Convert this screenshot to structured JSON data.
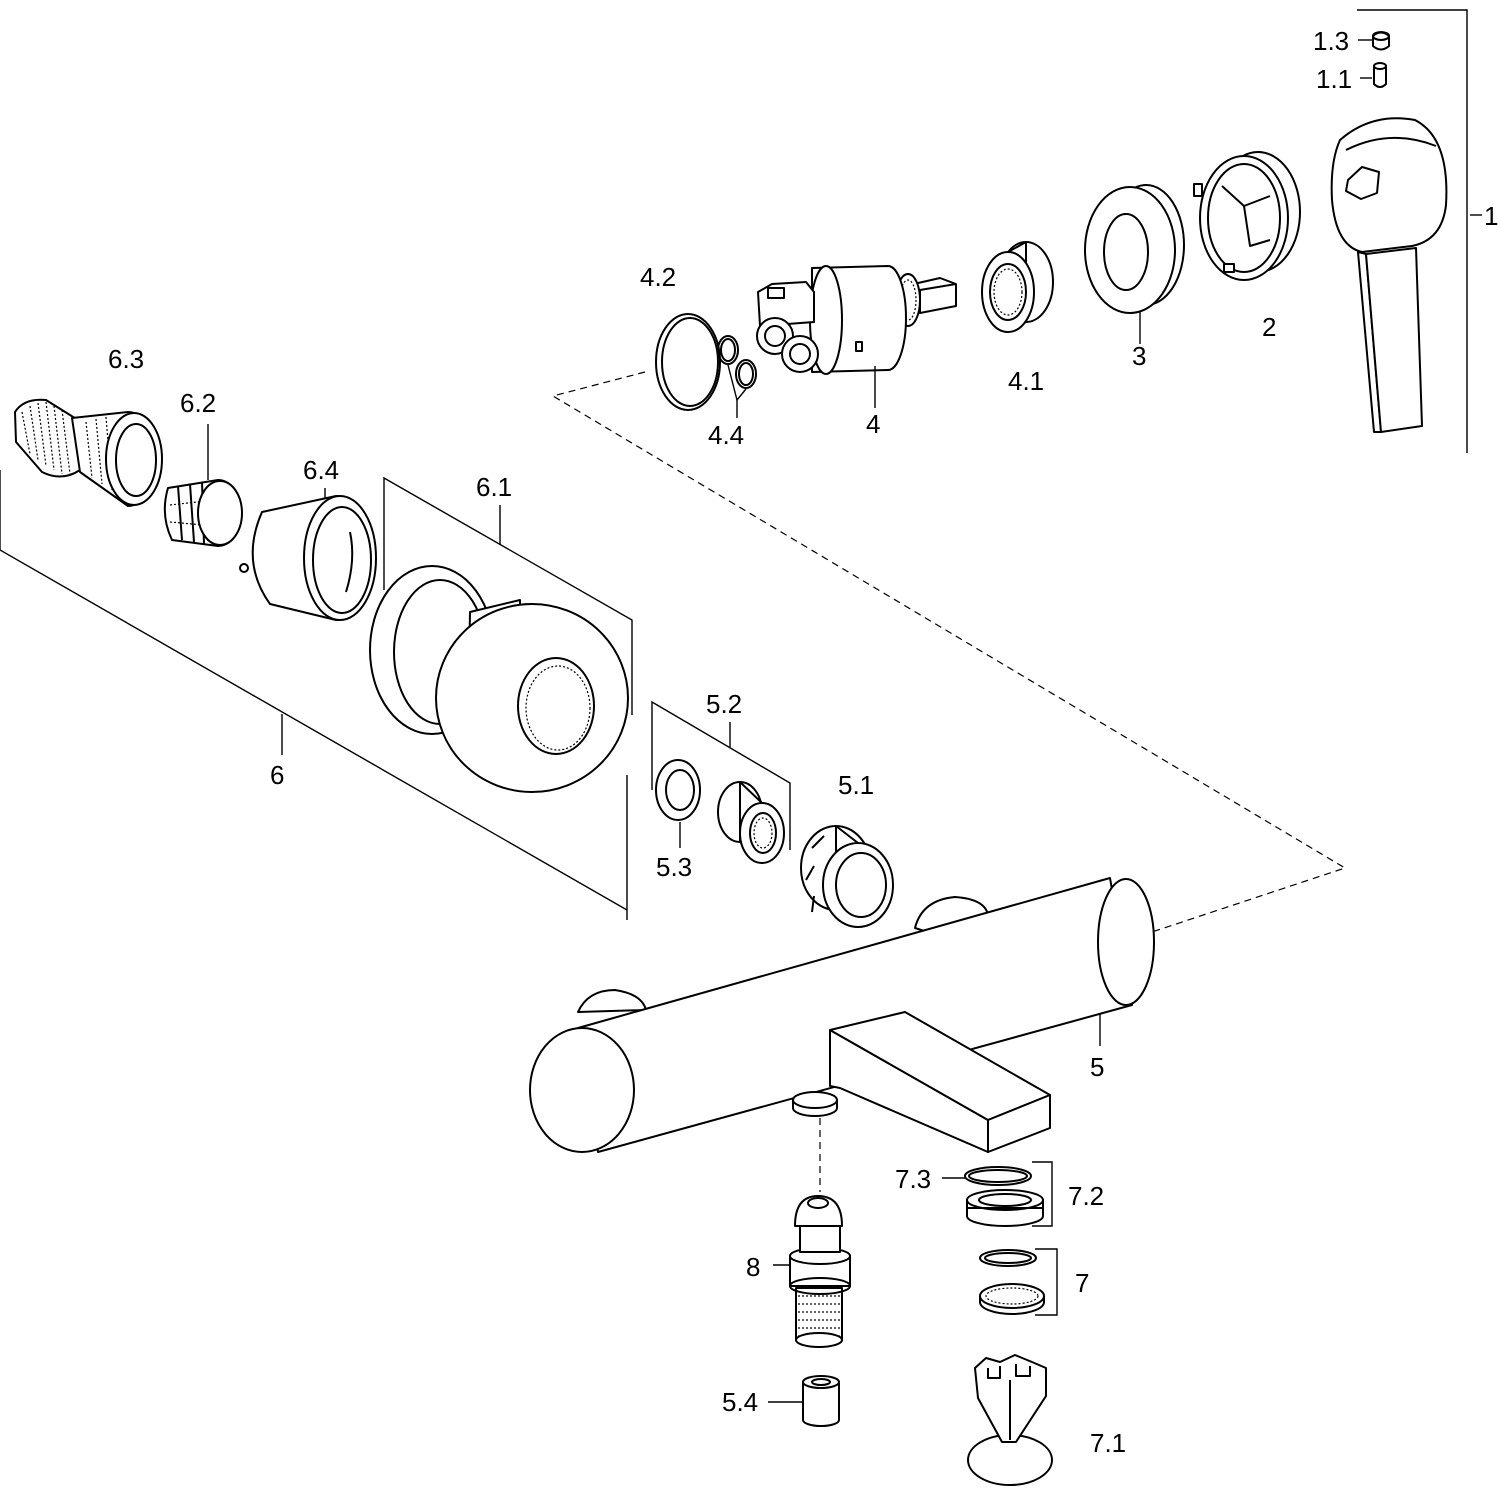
{
  "labels": {
    "p1_3": "1.3",
    "p1_1": "1.1",
    "p1": "1",
    "p4_2": "4.2",
    "p2": "2",
    "p3": "3",
    "p4_1": "4.1",
    "p4": "4",
    "p4_4": "4.4",
    "p6_3": "6.3",
    "p6_2": "6.2",
    "p6_4": "6.4",
    "p6_1": "6.1",
    "p6": "6",
    "p5_2": "5.2",
    "p5_1": "5.1",
    "p5_3": "5.3",
    "p5": "5",
    "p7_3": "7.3",
    "p7_2": "7.2",
    "p8": "8",
    "p7": "7",
    "p5_4": "5.4",
    "p7_1": "7.1"
  },
  "colors": {
    "line": "#000000",
    "background": "#ffffff"
  }
}
